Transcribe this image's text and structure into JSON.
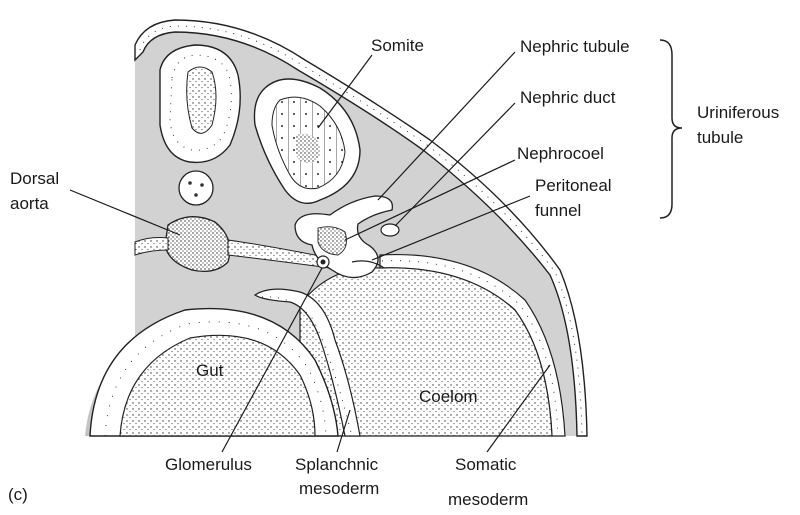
{
  "figure": {
    "panel_letter": "(c)",
    "labels": {
      "somite": "Somite",
      "nephric_tubule": "Nephric tubule",
      "nephric_duct": "Nephric duct",
      "nephrocoel": "Nephrocoel",
      "peritoneal_funnel_1": "Peritoneal",
      "peritoneal_funnel_2": "funnel",
      "uriniferous_1": "Uriniferous",
      "uriniferous_2": "tubule",
      "dorsal_aorta_1": "Dorsal",
      "dorsal_aorta_2": "aorta",
      "gut": "Gut",
      "coelom": "Coelom",
      "glomerulus": "Glomerulus",
      "splanchnic_1": "Splanchnic",
      "splanchnic_2": "mesoderm",
      "somatic_1": "Somatic",
      "somatic_2": "mesoderm"
    }
  }
}
